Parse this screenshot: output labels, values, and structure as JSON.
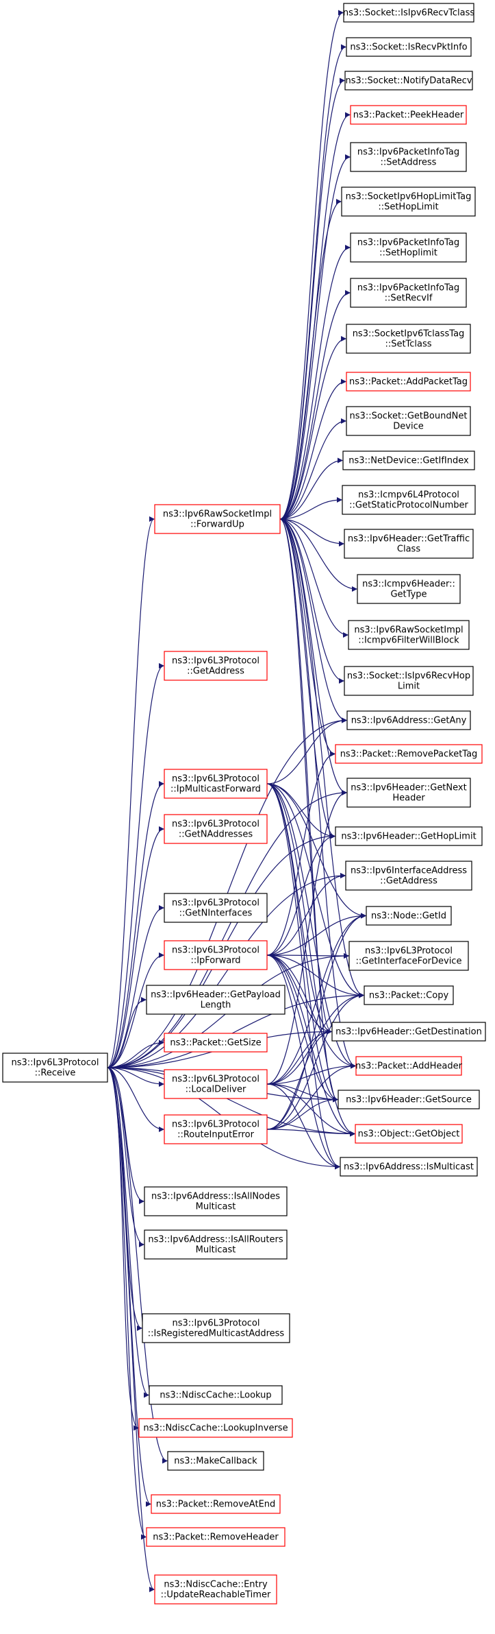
{
  "colors": {
    "edge": "#191970",
    "border_documented": "#000000",
    "border_undocumented": "#ff0000",
    "root_fill": "#bfbfbf",
    "node_fill": "#ffffff"
  },
  "nodes": [
    {
      "id": "root",
      "lines": [
        "ns3::Ipv6L3Protocol",
        "::Receive"
      ],
      "style": "root"
    },
    {
      "id": "rawfwd",
      "lines": [
        "ns3::Ipv6RawSocketImpl",
        "::ForwardUp"
      ],
      "style": "red"
    },
    {
      "id": "getaddr",
      "lines": [
        "ns3::Ipv6L3Protocol",
        "::GetAddress"
      ],
      "style": "red"
    },
    {
      "id": "ipmcfwd",
      "lines": [
        "ns3::Ipv6L3Protocol",
        "::IpMulticastForward"
      ],
      "style": "red"
    },
    {
      "id": "getnaddr",
      "lines": [
        "ns3::Ipv6L3Protocol",
        "::GetNAddresses"
      ],
      "style": "red"
    },
    {
      "id": "getnif",
      "lines": [
        "ns3::Ipv6L3Protocol",
        "::GetNInterfaces"
      ],
      "style": "black"
    },
    {
      "id": "ipfwd",
      "lines": [
        "ns3::Ipv6L3Protocol",
        "::IpForward"
      ],
      "style": "red"
    },
    {
      "id": "getpaylen",
      "lines": [
        "ns3::Ipv6Header::GetPayload",
        "Length"
      ],
      "style": "black"
    },
    {
      "id": "getsize",
      "lines": [
        "ns3::Packet::GetSize"
      ],
      "style": "red"
    },
    {
      "id": "localdel",
      "lines": [
        "ns3::Ipv6L3Protocol",
        "::LocalDeliver"
      ],
      "style": "red"
    },
    {
      "id": "routeerr",
      "lines": [
        "ns3::Ipv6L3Protocol",
        "::RouteInputError"
      ],
      "style": "red"
    },
    {
      "id": "isallnodes",
      "lines": [
        "ns3::Ipv6Address::IsAllNodes",
        "Multicast"
      ],
      "style": "black"
    },
    {
      "id": "isallrouters",
      "lines": [
        "ns3::Ipv6Address::IsAllRouters",
        "Multicast"
      ],
      "style": "black"
    },
    {
      "id": "isregmc",
      "lines": [
        "ns3::Ipv6L3Protocol",
        "::IsRegisteredMulticastAddress"
      ],
      "style": "black"
    },
    {
      "id": "ndlookup",
      "lines": [
        "ns3::NdiscCache::Lookup"
      ],
      "style": "black"
    },
    {
      "id": "ndlookupinv",
      "lines": [
        "ns3::NdiscCache::LookupInverse"
      ],
      "style": "red"
    },
    {
      "id": "makecb",
      "lines": [
        "ns3::MakeCallback"
      ],
      "style": "black"
    },
    {
      "id": "rmend",
      "lines": [
        "ns3::Packet::RemoveAtEnd"
      ],
      "style": "red"
    },
    {
      "id": "rmhdr",
      "lines": [
        "ns3::Packet::RemoveHeader"
      ],
      "style": "red"
    },
    {
      "id": "updreach",
      "lines": [
        "ns3::NdiscCache::Entry",
        "::UpdateReachableTimer"
      ],
      "style": "red"
    },
    {
      "id": "isrecvtclass",
      "lines": [
        "ns3::Socket::IsIpv6RecvTclass"
      ],
      "style": "black"
    },
    {
      "id": "isrecvpkt",
      "lines": [
        "ns3::Socket::IsRecvPktInfo"
      ],
      "style": "black"
    },
    {
      "id": "notifyrecv",
      "lines": [
        "ns3::Socket::NotifyDataRecv"
      ],
      "style": "black"
    },
    {
      "id": "peekhdr",
      "lines": [
        "ns3::Packet::PeekHeader"
      ],
      "style": "red"
    },
    {
      "id": "pitsetaddr",
      "lines": [
        "ns3::Ipv6PacketInfoTag",
        "::SetAddress"
      ],
      "style": "black"
    },
    {
      "id": "hopsethl",
      "lines": [
        "ns3::SocketIpv6HopLimitTag",
        "::SetHopLimit"
      ],
      "style": "black"
    },
    {
      "id": "pitsethl",
      "lines": [
        "ns3::Ipv6PacketInfoTag",
        "::SetHoplimit"
      ],
      "style": "black"
    },
    {
      "id": "pitsetrecvif",
      "lines": [
        "ns3::Ipv6PacketInfoTag",
        "::SetRecvIf"
      ],
      "style": "black"
    },
    {
      "id": "tclasssettc",
      "lines": [
        "ns3::SocketIpv6TclassTag",
        "::SetTclass"
      ],
      "style": "black"
    },
    {
      "id": "addptag",
      "lines": [
        "ns3::Packet::AddPacketTag"
      ],
      "style": "red"
    },
    {
      "id": "getboundnd",
      "lines": [
        "ns3::Socket::GetBoundNet",
        "Device"
      ],
      "style": "black"
    },
    {
      "id": "ndgetifidx",
      "lines": [
        "ns3::NetDevice::GetIfIndex"
      ],
      "style": "black"
    },
    {
      "id": "icmpgetspn",
      "lines": [
        "ns3::Icmpv6L4Protocol",
        "::GetStaticProtocolNumber"
      ],
      "style": "black"
    },
    {
      "id": "hdrgettc",
      "lines": [
        "ns3::Ipv6Header::GetTraffic",
        "Class"
      ],
      "style": "black"
    },
    {
      "id": "icmphdrgettype",
      "lines": [
        "ns3::Icmpv6Header::",
        "GetType"
      ],
      "style": "black"
    },
    {
      "id": "icmpfilter",
      "lines": [
        "ns3::Ipv6RawSocketImpl",
        "::Icmpv6FilterWillBlock"
      ],
      "style": "black"
    },
    {
      "id": "isrecvhop",
      "lines": [
        "ns3::Socket::IsIpv6RecvHop",
        "Limit"
      ],
      "style": "black"
    },
    {
      "id": "getany",
      "lines": [
        "ns3::Ipv6Address::GetAny"
      ],
      "style": "black"
    },
    {
      "id": "rmptag",
      "lines": [
        "ns3::Packet::RemovePacketTag"
      ],
      "style": "red"
    },
    {
      "id": "getnexthdr",
      "lines": [
        "ns3::Ipv6Header::GetNext",
        "Header"
      ],
      "style": "black"
    },
    {
      "id": "gethoplimit",
      "lines": [
        "ns3::Ipv6Header::GetHopLimit"
      ],
      "style": "black"
    },
    {
      "id": "ifaddrgetaddr",
      "lines": [
        "ns3::Ipv6InterfaceAddress",
        "::GetAddress"
      ],
      "style": "black"
    },
    {
      "id": "nodegetid",
      "lines": [
        "ns3::Node::GetId"
      ],
      "style": "black"
    },
    {
      "id": "getifdev",
      "lines": [
        "ns3::Ipv6L3Protocol",
        "::GetInterfaceForDevice"
      ],
      "style": "black"
    },
    {
      "id": "pktcopy",
      "lines": [
        "ns3::Packet::Copy"
      ],
      "style": "black"
    },
    {
      "id": "getdst",
      "lines": [
        "ns3::Ipv6Header::GetDestination"
      ],
      "style": "black"
    },
    {
      "id": "addhdr",
      "lines": [
        "ns3::Packet::AddHeader"
      ],
      "style": "red"
    },
    {
      "id": "getsrc",
      "lines": [
        "ns3::Ipv6Header::GetSource"
      ],
      "style": "black"
    },
    {
      "id": "getobj",
      "lines": [
        "ns3::Object::GetObject"
      ],
      "style": "red"
    },
    {
      "id": "ismc",
      "lines": [
        "ns3::Ipv6Address::IsMulticast"
      ],
      "style": "black"
    }
  ],
  "edges": [
    [
      "root",
      "rawfwd"
    ],
    [
      "root",
      "getaddr"
    ],
    [
      "root",
      "ipmcfwd"
    ],
    [
      "root",
      "getnaddr"
    ],
    [
      "root",
      "getnif"
    ],
    [
      "root",
      "ipfwd"
    ],
    [
      "root",
      "getpaylen"
    ],
    [
      "root",
      "getsize"
    ],
    [
      "root",
      "localdel"
    ],
    [
      "root",
      "routeerr"
    ],
    [
      "root",
      "isallnodes"
    ],
    [
      "root",
      "isallrouters"
    ],
    [
      "root",
      "isregmc"
    ],
    [
      "root",
      "ndlookup"
    ],
    [
      "root",
      "ndlookupinv"
    ],
    [
      "root",
      "makecb"
    ],
    [
      "root",
      "rmend"
    ],
    [
      "root",
      "rmhdr"
    ],
    [
      "root",
      "updreach"
    ],
    [
      "root",
      "getany"
    ],
    [
      "root",
      "gethoplimit"
    ],
    [
      "root",
      "ifaddrgetaddr"
    ],
    [
      "root",
      "getifdev"
    ],
    [
      "root",
      "pktcopy"
    ],
    [
      "root",
      "getdst"
    ],
    [
      "root",
      "getsrc"
    ],
    [
      "root",
      "ismc"
    ],
    [
      "root",
      "getnexthdr"
    ],
    [
      "root",
      "getobj"
    ],
    [
      "rawfwd",
      "isrecvtclass"
    ],
    [
      "rawfwd",
      "isrecvpkt"
    ],
    [
      "rawfwd",
      "notifyrecv"
    ],
    [
      "rawfwd",
      "peekhdr"
    ],
    [
      "rawfwd",
      "pitsetaddr"
    ],
    [
      "rawfwd",
      "hopsethl"
    ],
    [
      "rawfwd",
      "pitsethl"
    ],
    [
      "rawfwd",
      "pitsetrecvif"
    ],
    [
      "rawfwd",
      "tclasssettc"
    ],
    [
      "rawfwd",
      "addptag"
    ],
    [
      "rawfwd",
      "getboundnd"
    ],
    [
      "rawfwd",
      "ndgetifidx"
    ],
    [
      "rawfwd",
      "icmpgetspn"
    ],
    [
      "rawfwd",
      "hdrgettc"
    ],
    [
      "rawfwd",
      "icmphdrgettype"
    ],
    [
      "rawfwd",
      "icmpfilter"
    ],
    [
      "rawfwd",
      "isrecvhop"
    ],
    [
      "rawfwd",
      "getany"
    ],
    [
      "rawfwd",
      "rmptag"
    ],
    [
      "rawfwd",
      "getnexthdr"
    ],
    [
      "rawfwd",
      "gethoplimit"
    ],
    [
      "rawfwd",
      "pktcopy"
    ],
    [
      "rawfwd",
      "getdst"
    ],
    [
      "rawfwd",
      "addhdr"
    ],
    [
      "rawfwd",
      "getsrc"
    ],
    [
      "ipmcfwd",
      "getany"
    ],
    [
      "ipmcfwd",
      "gethoplimit"
    ],
    [
      "ipmcfwd",
      "nodegetid"
    ],
    [
      "ipmcfwd",
      "pktcopy"
    ],
    [
      "ipmcfwd",
      "getdst"
    ],
    [
      "ipmcfwd",
      "addhdr"
    ],
    [
      "ipmcfwd",
      "getsrc"
    ],
    [
      "ipmcfwd",
      "getobj"
    ],
    [
      "ipmcfwd",
      "ismc"
    ],
    [
      "ipfwd",
      "rmptag"
    ],
    [
      "ipfwd",
      "gethoplimit"
    ],
    [
      "ipfwd",
      "ifaddrgetaddr"
    ],
    [
      "ipfwd",
      "nodegetid"
    ],
    [
      "ipfwd",
      "getifdev"
    ],
    [
      "ipfwd",
      "pktcopy"
    ],
    [
      "ipfwd",
      "getdst"
    ],
    [
      "ipfwd",
      "addhdr"
    ],
    [
      "ipfwd",
      "getsrc"
    ],
    [
      "ipfwd",
      "getobj"
    ],
    [
      "ipfwd",
      "ismc"
    ],
    [
      "localdel",
      "getnexthdr"
    ],
    [
      "localdel",
      "nodegetid"
    ],
    [
      "localdel",
      "pktcopy"
    ],
    [
      "localdel",
      "getdst"
    ],
    [
      "localdel",
      "addhdr"
    ],
    [
      "localdel",
      "getsrc"
    ],
    [
      "localdel",
      "getobj"
    ],
    [
      "localdel",
      "ismc"
    ],
    [
      "routeerr",
      "nodegetid"
    ],
    [
      "routeerr",
      "pktcopy"
    ],
    [
      "routeerr",
      "getdst"
    ],
    [
      "routeerr",
      "addhdr"
    ],
    [
      "routeerr",
      "getsrc"
    ],
    [
      "routeerr",
      "getobj"
    ]
  ]
}
